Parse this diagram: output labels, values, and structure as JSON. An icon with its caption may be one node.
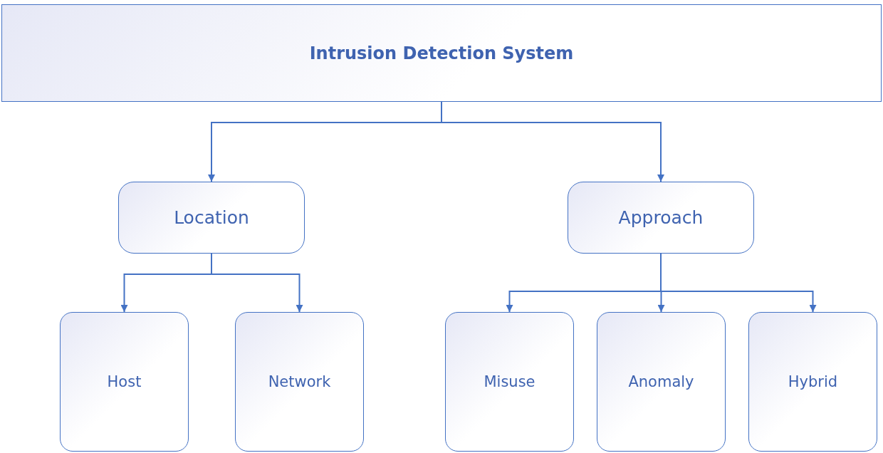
{
  "diagram": {
    "nodes": [
      {
        "text": [
          "Intrusion Detection System"
        ]
      },
      {
        "text": [
          "Location"
        ]
      },
      {
        "text": [
          "Approach"
        ]
      },
      {
        "text": [
          "Host"
        ]
      },
      {
        "text": [
          "Network"
        ]
      },
      {
        "text": [
          "Misuse"
        ]
      },
      {
        "text": [
          "Anomaly"
        ]
      },
      {
        "text": [
          "Hybrid"
        ]
      }
    ],
    "edges": [
      {
        "from": 0,
        "to": 1,
        "arrow": "to"
      },
      {
        "from": 0,
        "to": 2,
        "arrow": "to"
      },
      {
        "from": 1,
        "to": 3,
        "arrow": "to"
      },
      {
        "from": 1,
        "to": 4,
        "arrow": "to"
      },
      {
        "from": 2,
        "to": 5,
        "arrow": "to"
      },
      {
        "from": 2,
        "to": 6,
        "arrow": "to"
      },
      {
        "from": 2,
        "to": 7,
        "arrow": "to"
      }
    ]
  }
}
